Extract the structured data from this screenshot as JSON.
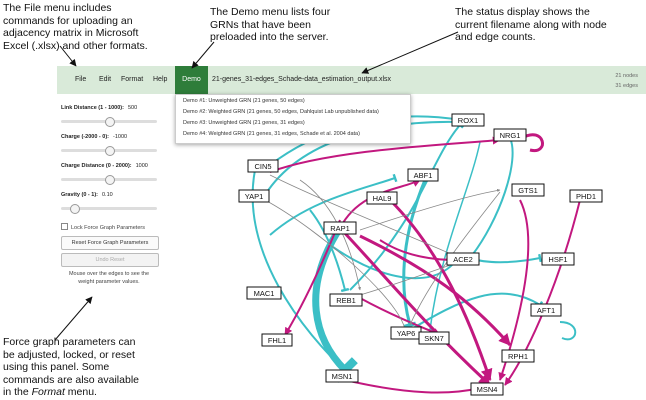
{
  "callouts": {
    "file_menu": [
      "The File menu includes",
      "commands for uploading an",
      "adjacency matrix in Microsoft",
      "Excel (.xlsx) and other formats."
    ],
    "demo_menu": [
      "The Demo menu lists four",
      "GRNs that have been",
      "preloaded into the server."
    ],
    "status": [
      "The status display shows the",
      "current filename along with node",
      "and edge counts."
    ],
    "force": [
      "Force graph parameters can",
      "be adjusted, locked, or reset",
      "using this panel. Some",
      "commands are also available",
      "in the",
      "Format",
      "menu."
    ]
  },
  "menubar": {
    "file": "File",
    "edit": "Edit",
    "format": "Format",
    "help": "Help",
    "demo": "Demo",
    "filename": "21-genes_31-edges_Schade-data_estimation_output.xlsx",
    "node_count": "21 nodes",
    "edge_count": "31 edges"
  },
  "demo_menu": [
    "Demo #1: Unweighted GRN (21 genes, 50 edges)",
    "Demo #2: Weighted GRN (21 genes, 50 edges, Dahlquist Lab unpublished data)",
    "Demo #3: Unweighted GRN (21 genes, 31 edges)",
    "Demo #4: Weighted GRN (21 genes, 31 edges, Schade et al. 2004 data)"
  ],
  "panel": {
    "link_distance_label": "Link Distance (1 - 1000):",
    "link_distance_value": "500",
    "link_distance_level": 0.5,
    "charge_label": "Charge (-2000 - 0):",
    "charge_value": "-1000",
    "charge_level": 0.5,
    "charge_distance_label": "Charge Distance (0 - 2000):",
    "charge_distance_value": "1000",
    "charge_distance_level": 0.5,
    "gravity_label": "Gravity (0 - 1):",
    "gravity_value": "0.10",
    "gravity_level": 0.1,
    "lock_label": "Lock Force Graph Parameters",
    "reset_label": "Reset Force Graph Parameters",
    "undo_label": "Undo Reset",
    "hint": "Mouse over the edges to see the weight parameter values."
  },
  "colors": {
    "activation": "#c2187f",
    "repression": "#3bbfc6",
    "weak": "#888888",
    "menubar": "#d9ead9",
    "demo_active": "#2e7d3a"
  },
  "nodes": [
    "ROX1",
    "NRG1",
    "CIN5",
    "ABF1",
    "YAP1",
    "HAL9",
    "GTS1",
    "PHD1",
    "RAP1",
    "ACE2",
    "HSF1",
    "MAC1",
    "REB1",
    "AFT1",
    "YAP6",
    "SKN7",
    "FHL1",
    "RPH1",
    "MSN1",
    "MSN4"
  ]
}
